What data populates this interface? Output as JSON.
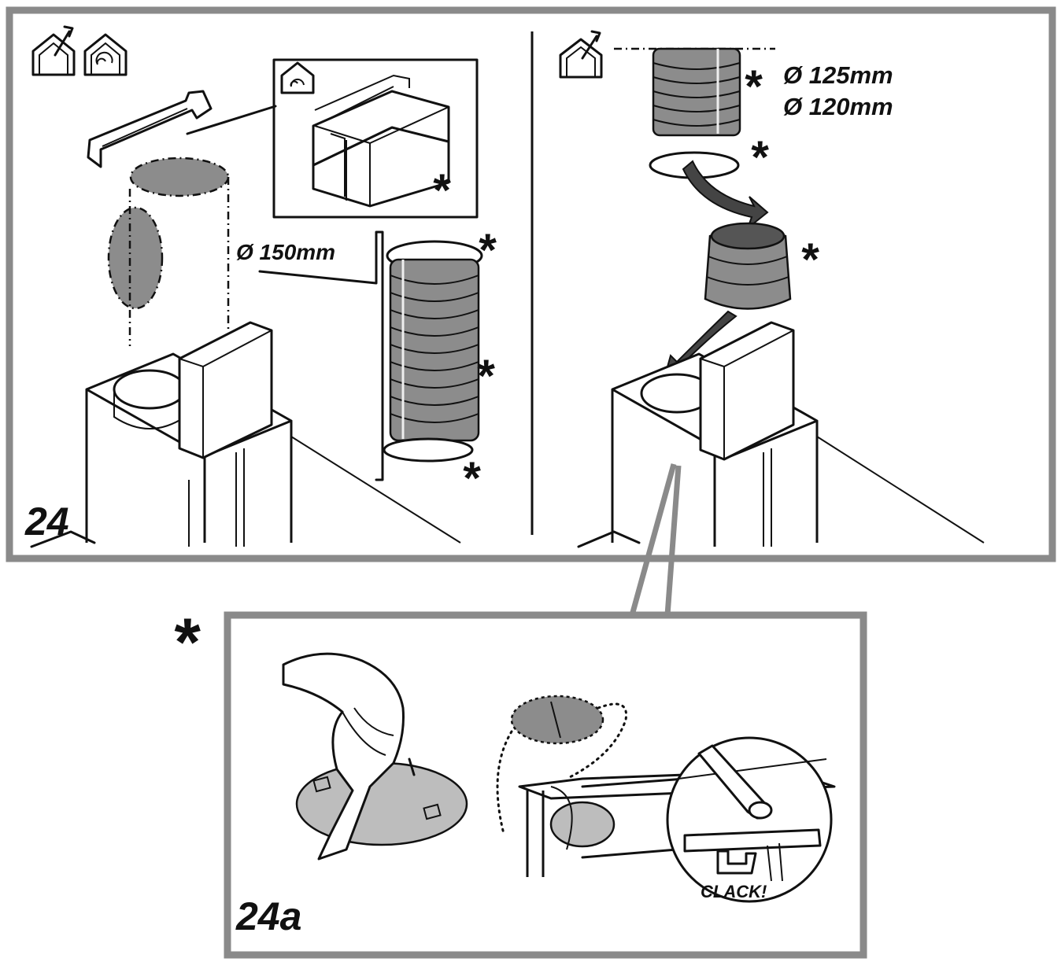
{
  "step_main": {
    "number": "24"
  },
  "step_detail": {
    "number": "24a"
  },
  "labels": {
    "duct_diameter_large": "Ø 150mm",
    "duct_diameter_125": "Ø 125mm",
    "duct_diameter_120": "Ø 120mm",
    "clack": "CLACK!",
    "optional_mark": "*"
  },
  "icons": {
    "ducted_mode": "house-exhaust-icon",
    "recirculation_mode": "house-recirculation-icon"
  },
  "colors": {
    "frame": "#8a8a8a",
    "part_fill": "#8c8c8c",
    "part_fill_light": "#bdbdbd",
    "line": "#111111"
  }
}
